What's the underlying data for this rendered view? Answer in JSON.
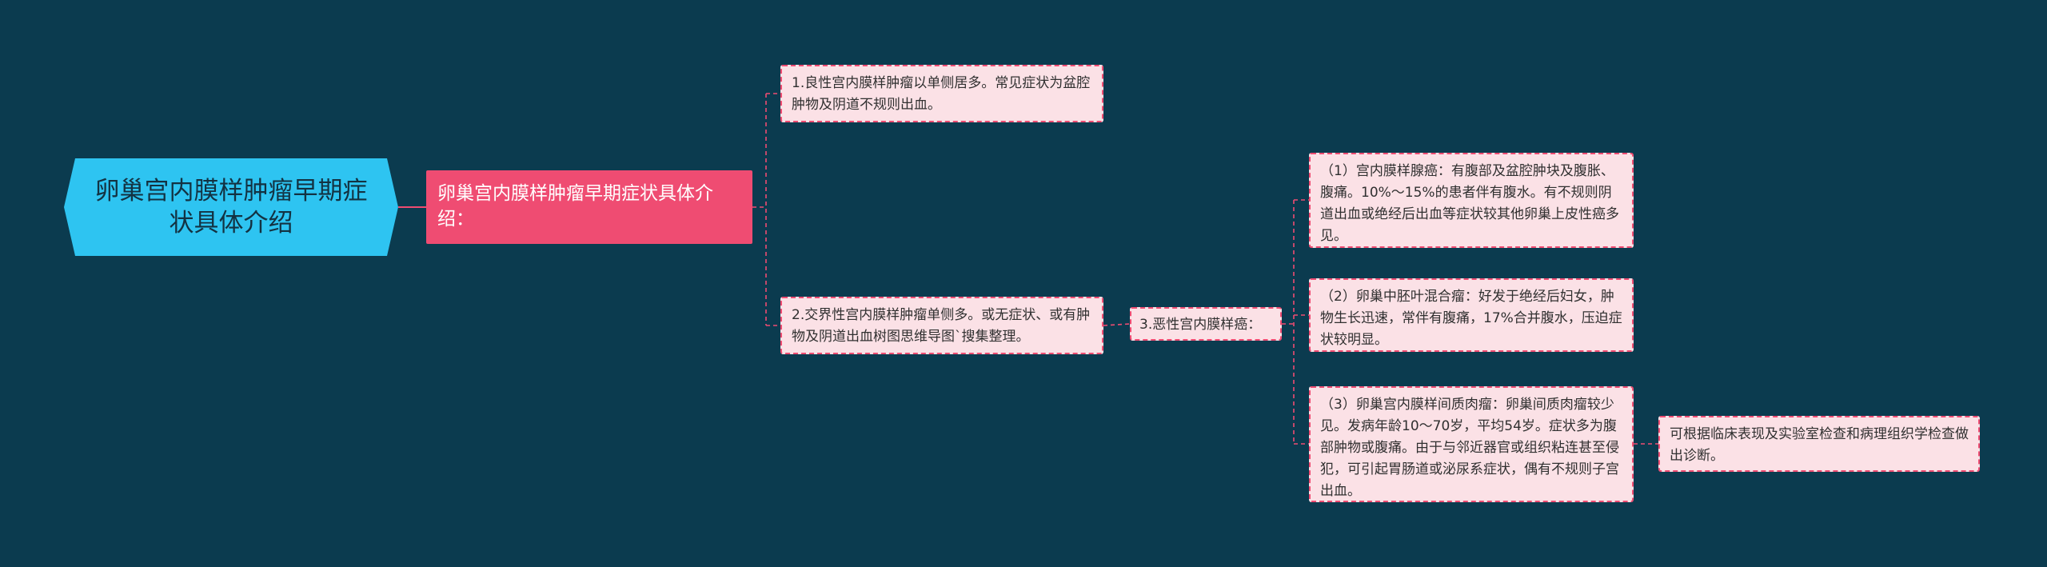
{
  "diagram": {
    "root": "卵巢宫内膜样肿瘤早期症状具体介绍",
    "branch": "卵巢宫内膜样肿瘤早期症状具体介绍：",
    "item1": "1.良性宫内膜样肿瘤以单侧居多。常见症状为盆腔肿物及阴道不规则出血。",
    "item2": "2.交界性宫内膜样肿瘤单侧多。或无症状、或有肿物及阴道出血树图思维导图`搜集整理。",
    "item3": "3.恶性宫内膜样癌：",
    "item3_sub1": "（1）宫内膜样腺癌：有腹部及盆腔肿块及腹胀、腹痛。10%～15%的患者伴有腹水。有不规则阴道出血或绝经后出血等症状较其他卵巢上皮性癌多见。",
    "item3_sub2": "（2）卵巢中胚叶混合瘤：好发于绝经后妇女，肿物生长迅速，常伴有腹痛，17%合并腹水，压迫症状较明显。",
    "item3_sub3": "（3）卵巢宫内膜样间质肉瘤：卵巢间质肉瘤较少见。发病年龄10～70岁，平均54岁。症状多为腹部肿物或腹痛。由于与邻近器官或组织粘连甚至侵犯，可引起胃肠道或泌尿系症状，偶有不规则子宫出血。",
    "item3_sub3_note": "可根据临床表现及实验室检查和病理组织学检查做出诊断。"
  },
  "colors": {
    "background": "#0b3b4f",
    "root": "#2ec4f1",
    "branch": "#ef4c72",
    "leaf_fill": "#fbe1e6",
    "connector": "#ef4c72"
  }
}
